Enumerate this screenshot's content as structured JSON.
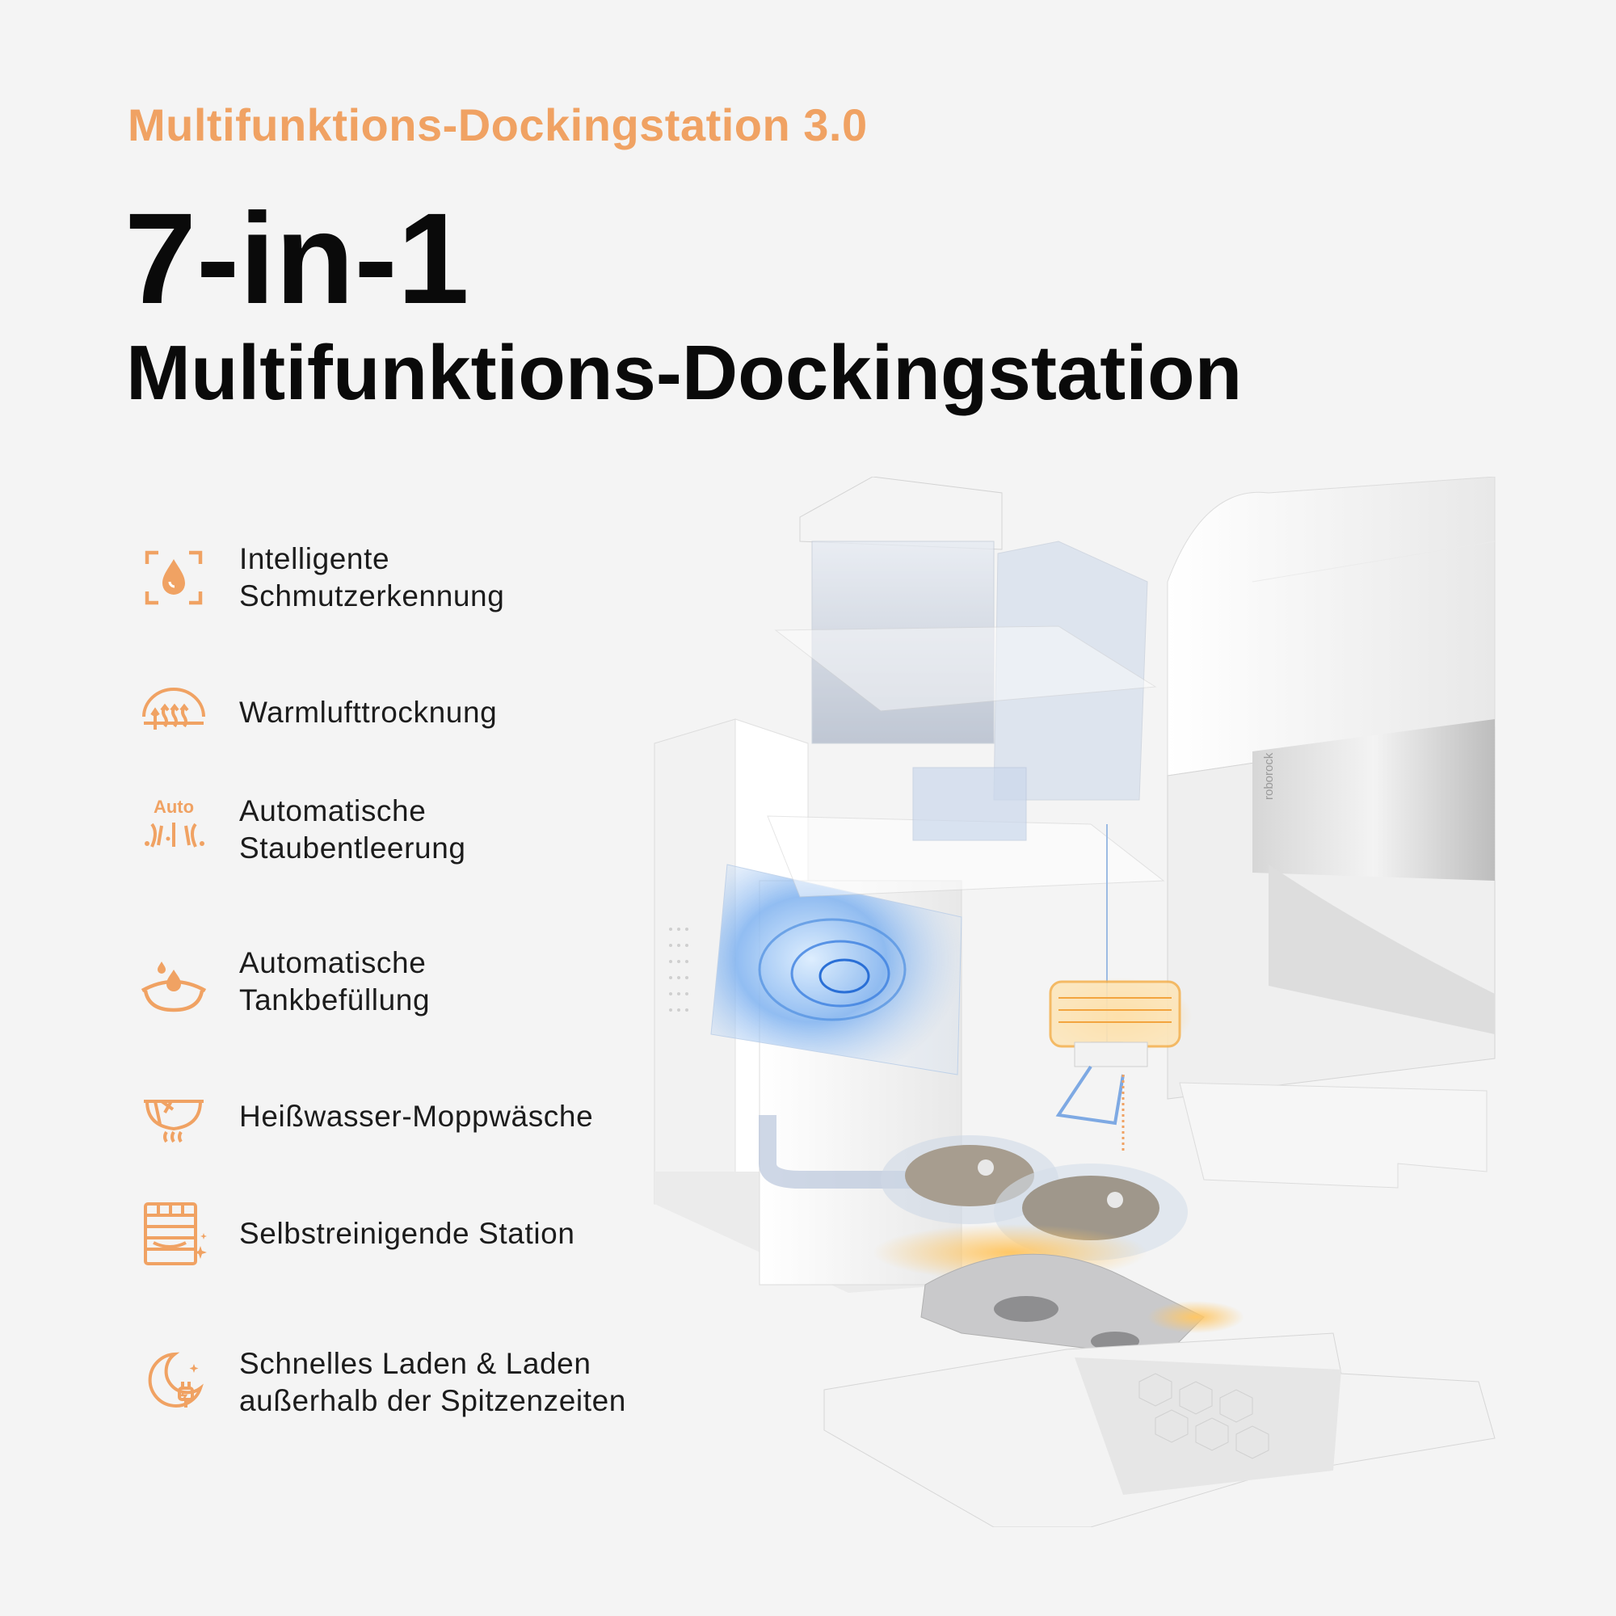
{
  "header": {
    "eyebrow": "Multifunktions-Dockingstation 3.0",
    "headline": "7-in-1",
    "subheadline": "Multifunktions-Dockingstation"
  },
  "accent_color": "#f0a263",
  "features": [
    {
      "icon": "dirt-detection-icon",
      "line1": "Intelligente",
      "line2": "Schmutzerkennung"
    },
    {
      "icon": "warm-air-drying-icon",
      "line1": "Warmlufttrocknung",
      "line2": ""
    },
    {
      "icon": "auto-dust-emptying-icon",
      "icon_label": "Auto",
      "line1": "Automatische",
      "line2": "Staubentleerung"
    },
    {
      "icon": "tank-refill-icon",
      "line1": "Automatische",
      "line2": "Tankbefüllung"
    },
    {
      "icon": "hot-water-mop-wash-icon",
      "line1": "Heißwasser-Moppwäsche",
      "line2": ""
    },
    {
      "icon": "self-cleaning-station-icon",
      "line1": "Selbstreinigende Station",
      "line2": ""
    },
    {
      "icon": "fast-charging-icon",
      "line1": "Schnelles Laden & Laden",
      "line2": "außerhalb der Spitzenzeiten"
    }
  ],
  "product_image": {
    "brand_mark": "roborock"
  }
}
